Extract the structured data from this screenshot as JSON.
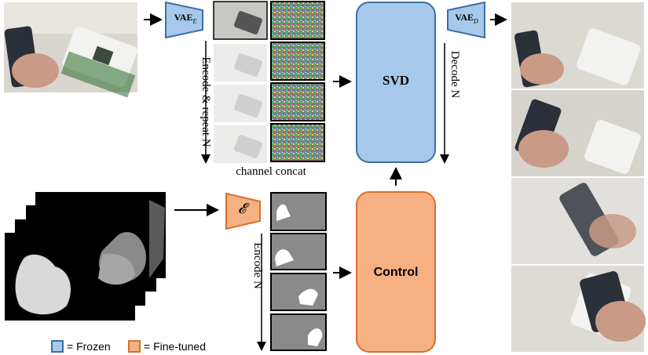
{
  "vae_encoder": {
    "main": "VAE",
    "sub": "E"
  },
  "vae_decoder": {
    "main": "VAE",
    "sub": "D"
  },
  "mask_encoder": {
    "symbol": "𝓔"
  },
  "svd_block": {
    "label": "SVD"
  },
  "control_block": {
    "label": "Control"
  },
  "labels": {
    "encode_repeat": "Encode & repeat N",
    "channel_concat": "channel concat",
    "decode": "Decode N",
    "encode_mask": "Encode N"
  },
  "legend": {
    "frozen": "= Frozen",
    "finetuned": "= Fine-tuned"
  },
  "colors": {
    "frozen_fill": "#a6c8ea",
    "frozen_stroke": "#3a6fa6",
    "tuned_fill": "#f5b083",
    "tuned_stroke": "#d8702e",
    "noise": "#7a8a6a"
  }
}
